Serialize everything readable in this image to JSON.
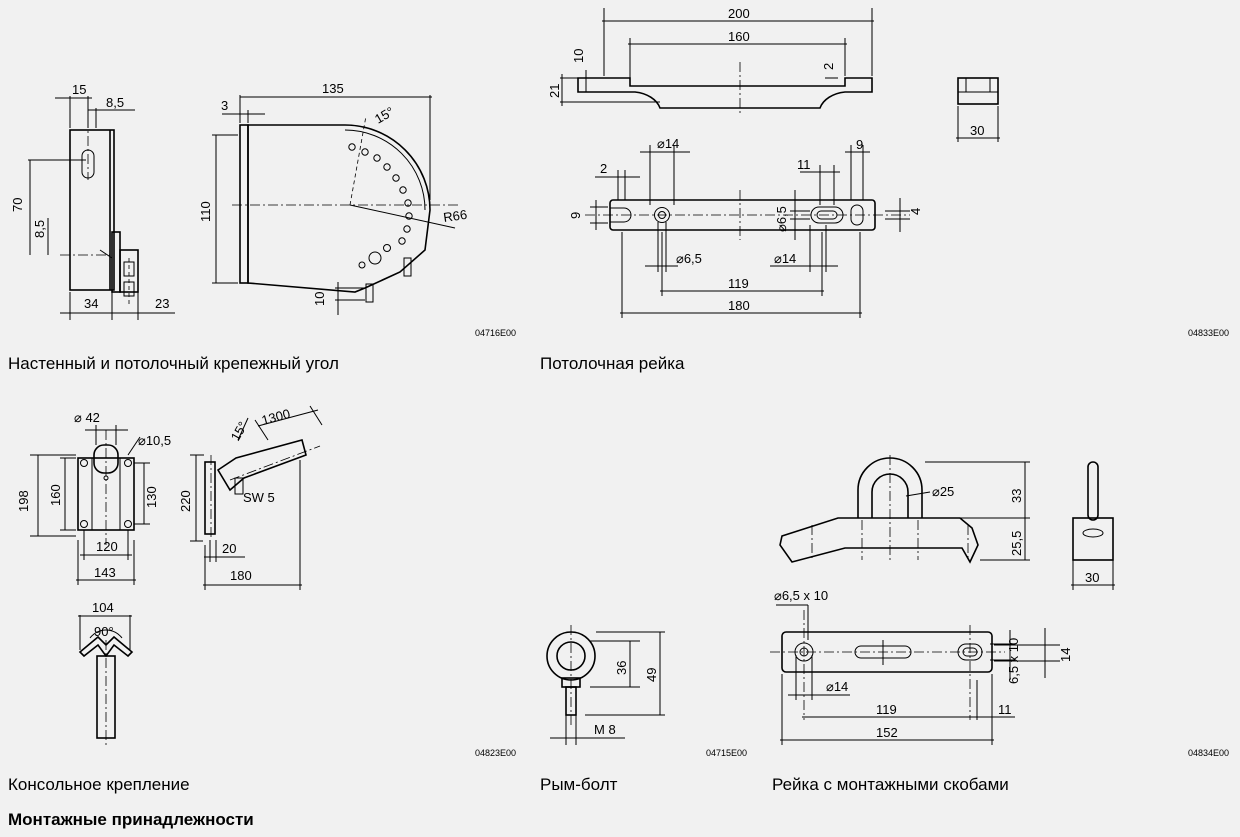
{
  "panels": [
    {
      "caption": "Настенный и потолочный крепежный угол",
      "code": "04716E00",
      "dims": [
        "15",
        "8,5",
        "70",
        "8,5",
        "34",
        "23",
        "3",
        "135",
        "15°",
        "110",
        "R66",
        "10"
      ]
    },
    {
      "caption": "Потолочная рейка",
      "code": "04833E00",
      "dims": [
        "200",
        "160",
        "10",
        "21",
        "2",
        "30",
        "⌀14",
        "2",
        "9",
        "11",
        "9",
        "⌀6,5",
        "4",
        "⌀6,5",
        "⌀14",
        "119",
        "180"
      ]
    },
    {
      "caption": "Консольное крепление",
      "code": "04823E00",
      "dims": [
        "⌀ 42",
        "⌀10,5",
        "198",
        "160",
        "130",
        "120",
        "143",
        "15°",
        "1300",
        "220",
        "SW 5",
        "20",
        "180",
        "104",
        "90°"
      ]
    },
    {
      "caption": "Рым-болт",
      "code": "04715E00",
      "dims": [
        "36",
        "49",
        "M 8"
      ]
    },
    {
      "caption": "Рейка с монтажными скобами",
      "code": "04834E00",
      "dims": [
        "⌀25",
        "33",
        "25,5",
        "30",
        "⌀6,5 x 10",
        "6,5 x 10",
        "14",
        "⌀14",
        "119",
        "11",
        "152"
      ]
    }
  ],
  "section_title": "Монтажные принадлежности"
}
